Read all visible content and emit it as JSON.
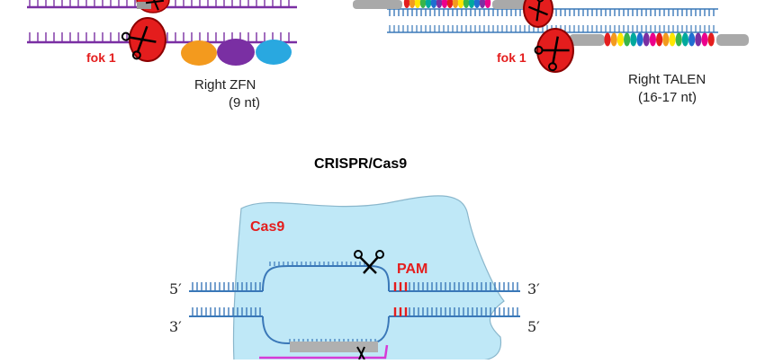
{
  "zfn": {
    "fok_label": "fok 1",
    "name": "Right ZFN",
    "length": "(9 nt)",
    "finger_colors": [
      "#f39a1e",
      "#7a2fa3",
      "#29a8e0"
    ]
  },
  "talen": {
    "fok_label": "fok 1",
    "name": "Right TALEN",
    "length": "(16-17 nt)",
    "repeat_colors": [
      "#e41d1d",
      "#f39a1e",
      "#ffe600",
      "#39b54a",
      "#00a99d",
      "#1f6fd1",
      "#7a2fa3",
      "#ec008c"
    ]
  },
  "crispr": {
    "title": "CRISPR/Cas9",
    "protein_label": "Cas9",
    "pam_label": "PAM",
    "top_left_end": "5′",
    "top_right_end": "3′",
    "bottom_left_end": "3′",
    "bottom_right_end": "5′"
  },
  "colors": {
    "accent_red": "#e41d1d",
    "dna_blue": "#3a78b8",
    "zfn_dna_purple": "#7a2fa3",
    "cas9_fill": "#bfe8f7",
    "guide_rna": "#d63ad6"
  }
}
